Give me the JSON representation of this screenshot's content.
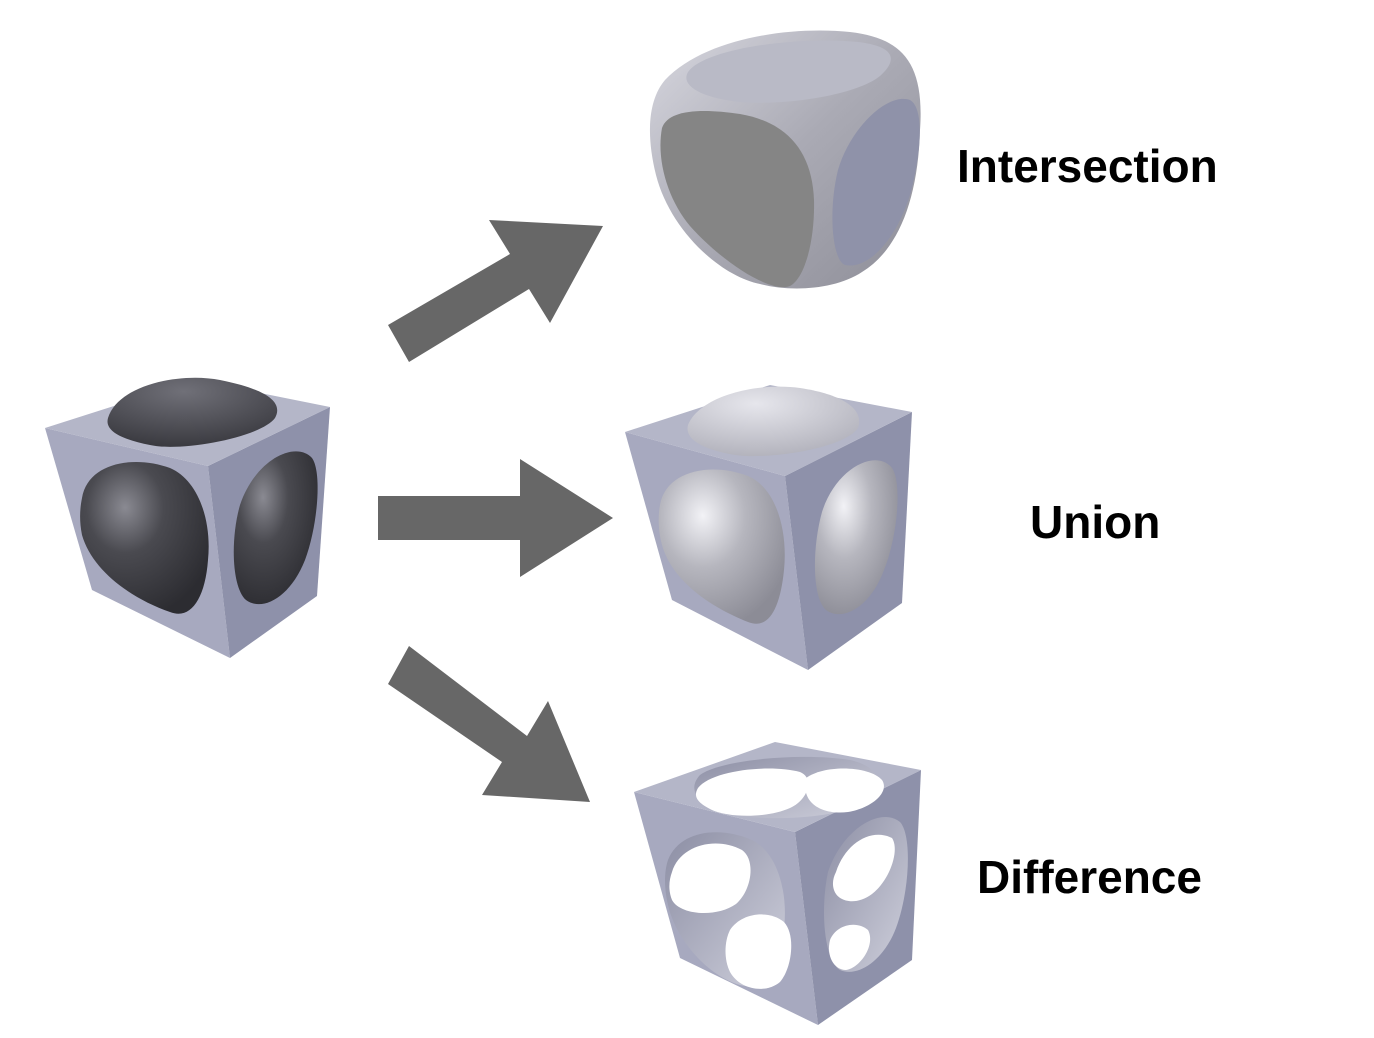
{
  "labels": {
    "intersection": "Intersection",
    "union": "Union",
    "difference": "Difference"
  },
  "colors": {
    "background": "#ffffff",
    "arrow": "#676767",
    "cube_face_light": "#a7a9bf",
    "cube_face_mid": "#9b9db3",
    "cube_face_dark": "#8e91aa",
    "sphere_dark": "#3e3e44",
    "sphere_light": "#c4c4cc",
    "label_text": "#000000"
  },
  "icons": {
    "source": "cube-sphere-combined-icon",
    "intersection": "rounded-cube-intersection-icon",
    "union": "cube-with-sphere-union-icon",
    "difference": "hollow-cube-difference-icon",
    "arrows": "block-arrow-icon"
  }
}
